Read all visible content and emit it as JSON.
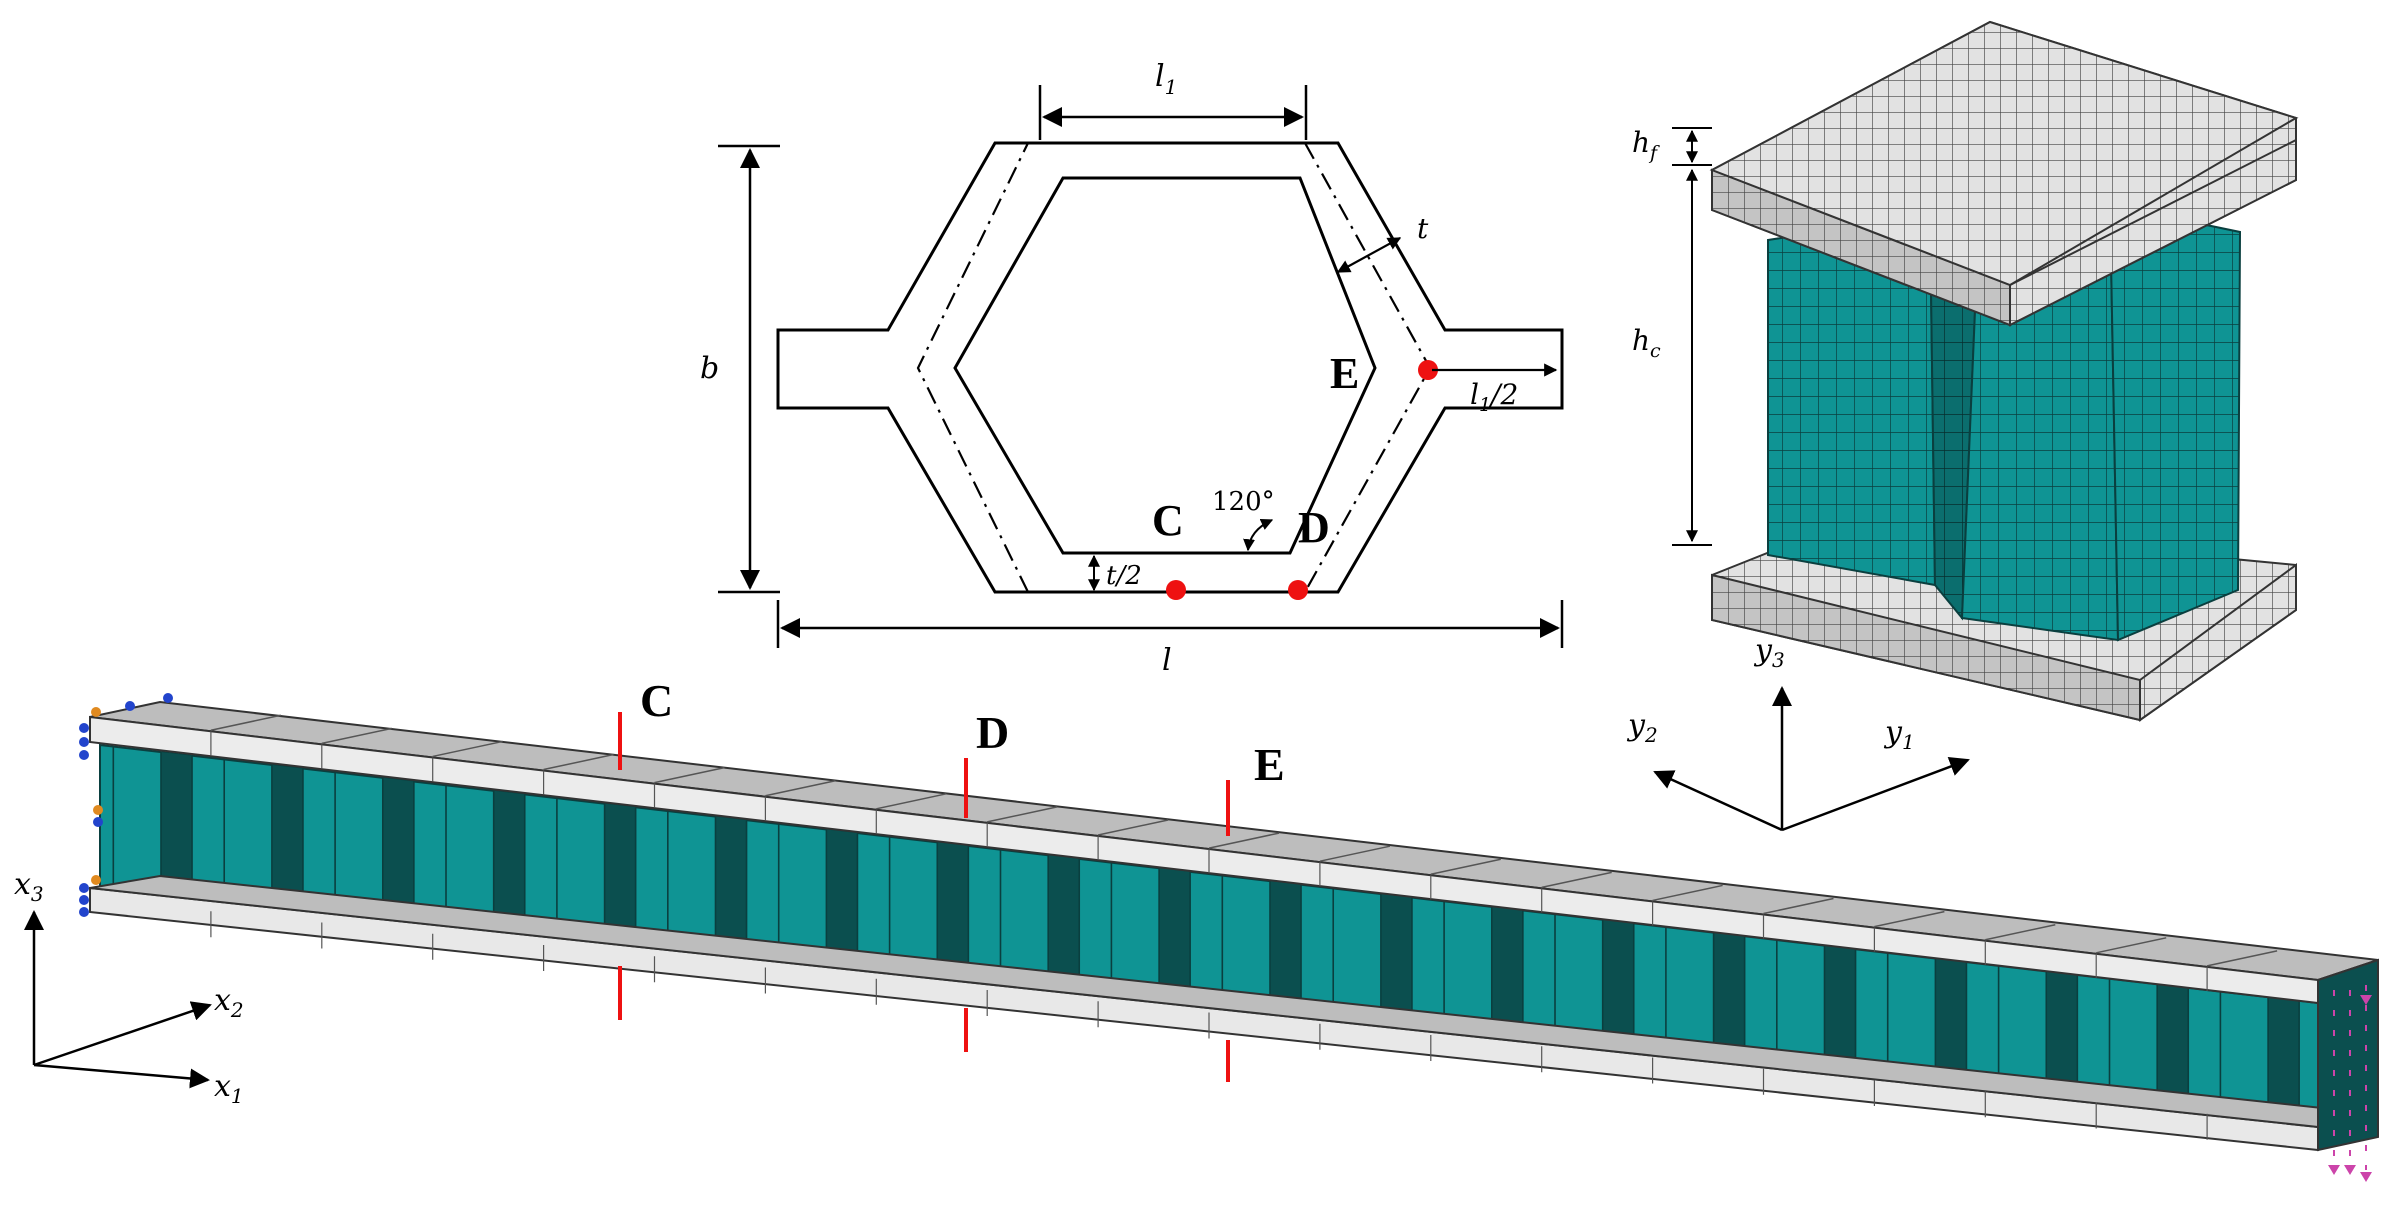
{
  "cell_diagram": {
    "labels": {
      "l1": "l",
      "l1_sub": "1",
      "t": "t",
      "b": "b",
      "E": "E",
      "half_l1": "l",
      "half_l1_sub": "1",
      "half_l1_tail": "/2",
      "C": "C",
      "D": "D",
      "angle": "120°",
      "half_t": "t/2",
      "l": "l"
    }
  },
  "unit_cell": {
    "labels": {
      "hf": "h",
      "hf_sub": "f",
      "hc": "h",
      "hc_sub": "c"
    },
    "axes": {
      "y3": "y",
      "y3_sub": "3",
      "y2": "y",
      "y2_sub": "2",
      "y1": "y",
      "y1_sub": "1"
    }
  },
  "beam": {
    "section_labels": [
      "C",
      "D",
      "E"
    ],
    "axes": {
      "x3": "x",
      "x3_sub": "3",
      "x2": "x",
      "x2_sub": "2",
      "x1": "x",
      "x1_sub": "1"
    }
  },
  "colors": {
    "core_teal": "#0f9494",
    "core_dark": "#0b4f4f",
    "face_gray": "#bdbdbd",
    "face_light": "#e6e6e6",
    "marker_red": "#ee1111",
    "mesh_line": "#333333",
    "bc_blue": "#2244cc",
    "bc_orange": "#e08a20",
    "load_pink": "#cc44aa"
  }
}
